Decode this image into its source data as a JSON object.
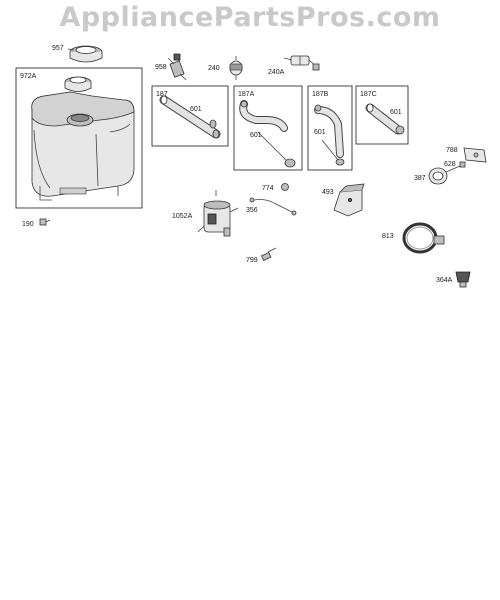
{
  "watermark": "AppliancePartsPros.com",
  "boxes": {
    "b972A": "972A",
    "b187": "187",
    "b187A": "187A",
    "b187B": "187B",
    "b187C": "187C"
  },
  "parts": {
    "p957": "957",
    "p190": "190",
    "p958": "958",
    "p240": "240",
    "p240A": "240A",
    "p601a": "601",
    "p601b": "601",
    "p601c": "601",
    "p601d": "601",
    "p788": "788",
    "p628": "628",
    "p387": "387",
    "p774": "774",
    "p356": "356",
    "p493": "493",
    "p1052A": "1052A",
    "p799": "799",
    "p813": "813",
    "p364A": "364A"
  }
}
